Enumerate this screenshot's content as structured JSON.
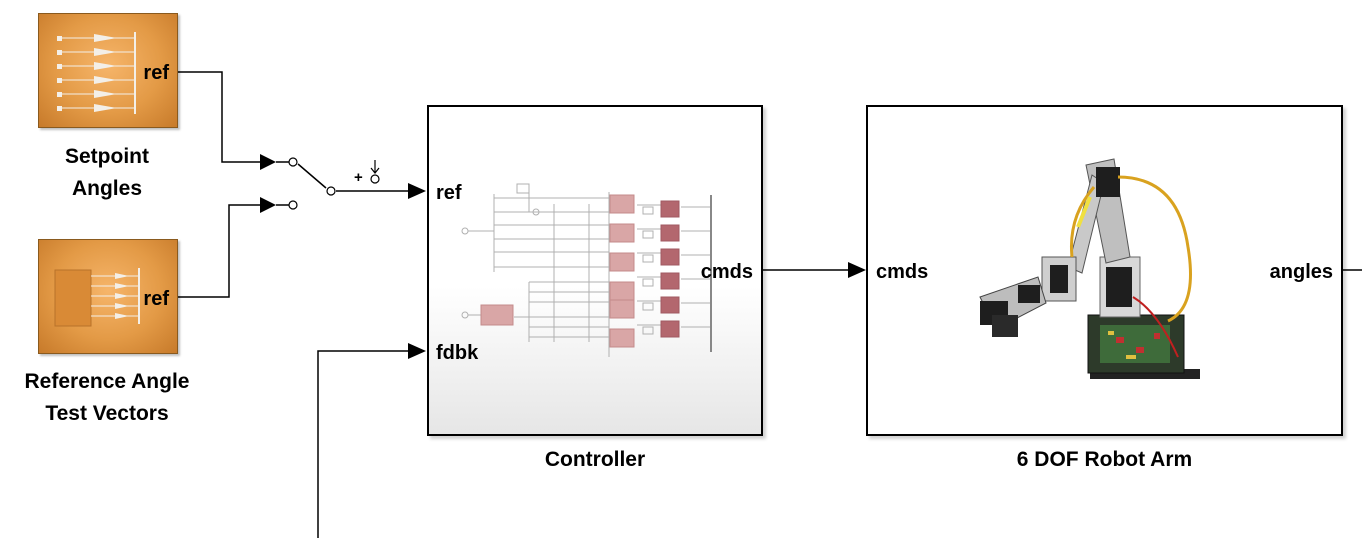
{
  "blocks": {
    "setpoint": {
      "name_line1": "Setpoint",
      "name_line2": "Angles",
      "port_out": "ref"
    },
    "reference": {
      "name_line1": "Reference Angle",
      "name_line2": "Test Vectors",
      "port_out": "ref"
    },
    "controller": {
      "name": "Controller",
      "port_in_ref": "ref",
      "port_in_fdbk": "fdbk",
      "port_out": "cmds"
    },
    "robot_arm": {
      "name": "6 DOF Robot Arm",
      "port_in": "cmds",
      "port_out": "angles"
    }
  },
  "switch": {
    "sign": "+"
  },
  "colors": {
    "block_orange": "#e39a46",
    "block_border": "#8a5a1e",
    "line": "#000000",
    "controller_inner_block": "#d9a6a6"
  }
}
